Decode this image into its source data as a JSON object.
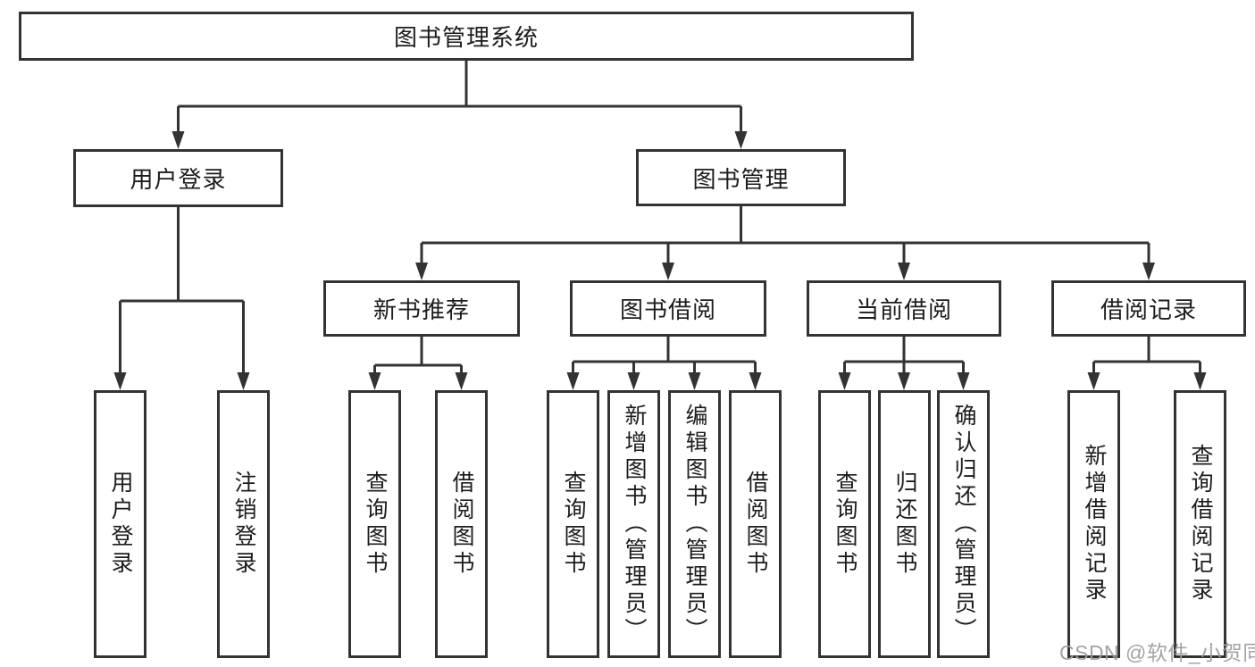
{
  "diagram": {
    "watermark": "CSDN @软件_小贺同学",
    "colors": {
      "line": "#333333",
      "box_border": "#333333",
      "box_fill": "#ffffff",
      "text": "#1c1c1c",
      "watermark_text": "#9e9e9e"
    },
    "tree": {
      "root": {
        "label": "图书管理系统"
      },
      "branches": [
        {
          "label": "用户登录",
          "children": [
            {
              "label": "用户登录"
            },
            {
              "label": "注销登录"
            }
          ]
        },
        {
          "label": "图书管理",
          "groups": [
            {
              "label": "新书推荐",
              "children": [
                {
                  "label": "查询图书"
                },
                {
                  "label": "借阅图书"
                }
              ]
            },
            {
              "label": "图书借阅",
              "children": [
                {
                  "label": "查询图书"
                },
                {
                  "label": "新增图书（管理员）"
                },
                {
                  "label": "编辑图书（管理员）"
                },
                {
                  "label": "借阅图书"
                }
              ]
            },
            {
              "label": "当前借阅",
              "children": [
                {
                  "label": "查询图书"
                },
                {
                  "label": "归还图书"
                },
                {
                  "label": "确认归还（管理员）"
                }
              ]
            },
            {
              "label": "借阅记录",
              "children": [
                {
                  "label": "新增借阅记录"
                },
                {
                  "label": "查询借阅记录"
                }
              ]
            }
          ]
        }
      ]
    }
  }
}
